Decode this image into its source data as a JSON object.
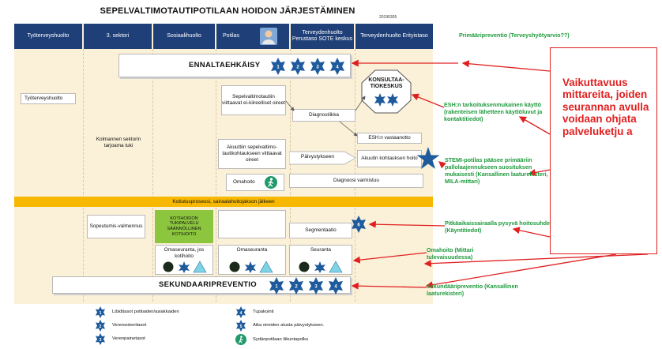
{
  "title": "SEPELVALTIMOTAUTIPOTILAAN HOIDON JÄRJESTÄMINEN",
  "date": "20190305",
  "columns": [
    {
      "label": "Työterveyshuolto"
    },
    {
      "label": "3. sektori"
    },
    {
      "label": "Sosiaalihuolto"
    },
    {
      "label": "Potilas"
    },
    {
      "label": "Terveydenhuolto Perustaso SOTE keskus"
    },
    {
      "label": "Terveydenhuolto Erityistaso"
    }
  ],
  "diagram": {
    "ennaltaehkaisy": {
      "label": "ENNALTAEHKÄISY",
      "badges": [
        "1",
        "2",
        "3",
        "4"
      ]
    },
    "tyoterveyshuolto_box": "Työterveyshuolto",
    "kolmannen_sektorin": "Kolmannen sektorin tarjoama tuki",
    "sepelvaltimotautiin_viittaavat": "Sepelvaltimotautiin viittaavat ei-kiireelliset oireet",
    "diagnostiikka": "Diagnostiikka",
    "konsultaatiokeskus": "KONSULTAA-TIOKESKUS",
    "esh_vastaanotto": "ESH:n vastaanotto",
    "akuutti_oireet": "Akuuttiin sepelvaltimo-tautikohtaukseen viittaavat oireet",
    "paivystykseen": "Päivystykseen",
    "akuutin_hoito": "Akuutin kohtauksen hoito",
    "omahoito": "Omahoito",
    "diagnoosi": "Diagnoosi varmistuu",
    "kotiutus": "Kotiutusprosessi, sairaalahoitojakson jälkeen",
    "sopeutumis": "Sopeutumis-valmennus",
    "kotihoidon": [
      "KOTIHOIDON",
      "TUKIPALVELU",
      "SÄÄNNÖLLINEN",
      "KOTIHOITO"
    ],
    "segmentaatio": "Segmentaatio",
    "segmentaatio_badge": "6",
    "omaseuranta_jos": "Omaseuranta, jos kotihoito",
    "omaseuranta": "Omaseuranta",
    "seuranta": "Seuranta",
    "sekundaari": {
      "label": "SEKUNDAARIPREVENTIO",
      "badges": [
        "1",
        "2",
        "3",
        "4"
      ]
    }
  },
  "legend": [
    {
      "num": "1",
      "text": "Libiditasot potilaiden/asiakkaiden"
    },
    {
      "num": "2",
      "text": "Verensokeritasot"
    },
    {
      "num": "3",
      "text": "Verenpainetasot"
    },
    {
      "num": "4",
      "text": "Tupakointi"
    },
    {
      "num": "5",
      "text": "Aika oireiden alusta päivystykseen."
    },
    {
      "num": "",
      "text": "Sydänpotilaan liikuntapolku"
    }
  ],
  "notes": {
    "primaari": "Primääripreventio (Terveyshyötyarvio??)",
    "esh_kaytto": "ESH:n tarkoituksenmukainen käyttö (rakenteisen lähetteen käyttöluvut ja kontaktitiedot)",
    "stemi": "STEMI-potilas pääsee primääriin pallolaajennukseen suosituksen mukaisesti (Kansallinen laaturekisteri, MILA-mittari)",
    "pitkaaikais": "Pitkäaikaissairaalla pysyvä hoitosuhde (Käyntitiedot)",
    "omahoito": "Omahoito (Mittari tulevaisuudessa)",
    "sekundaari": "Sekundääripreventio (Kansallinen laaturekisteri)"
  },
  "red_panel": {
    "text": "Vaikuttavuus mittareita, joiden seurannan avulla voidaan ohjata palveluketju a"
  },
  "colors": {
    "header_blue": "#1f3f78",
    "badge_blue": "#1e5a9c",
    "note_green": "#1f9a3d",
    "panel_red": "#e02020",
    "bar_yellow": "#f6b800",
    "canvas": "#fbf0d8"
  }
}
